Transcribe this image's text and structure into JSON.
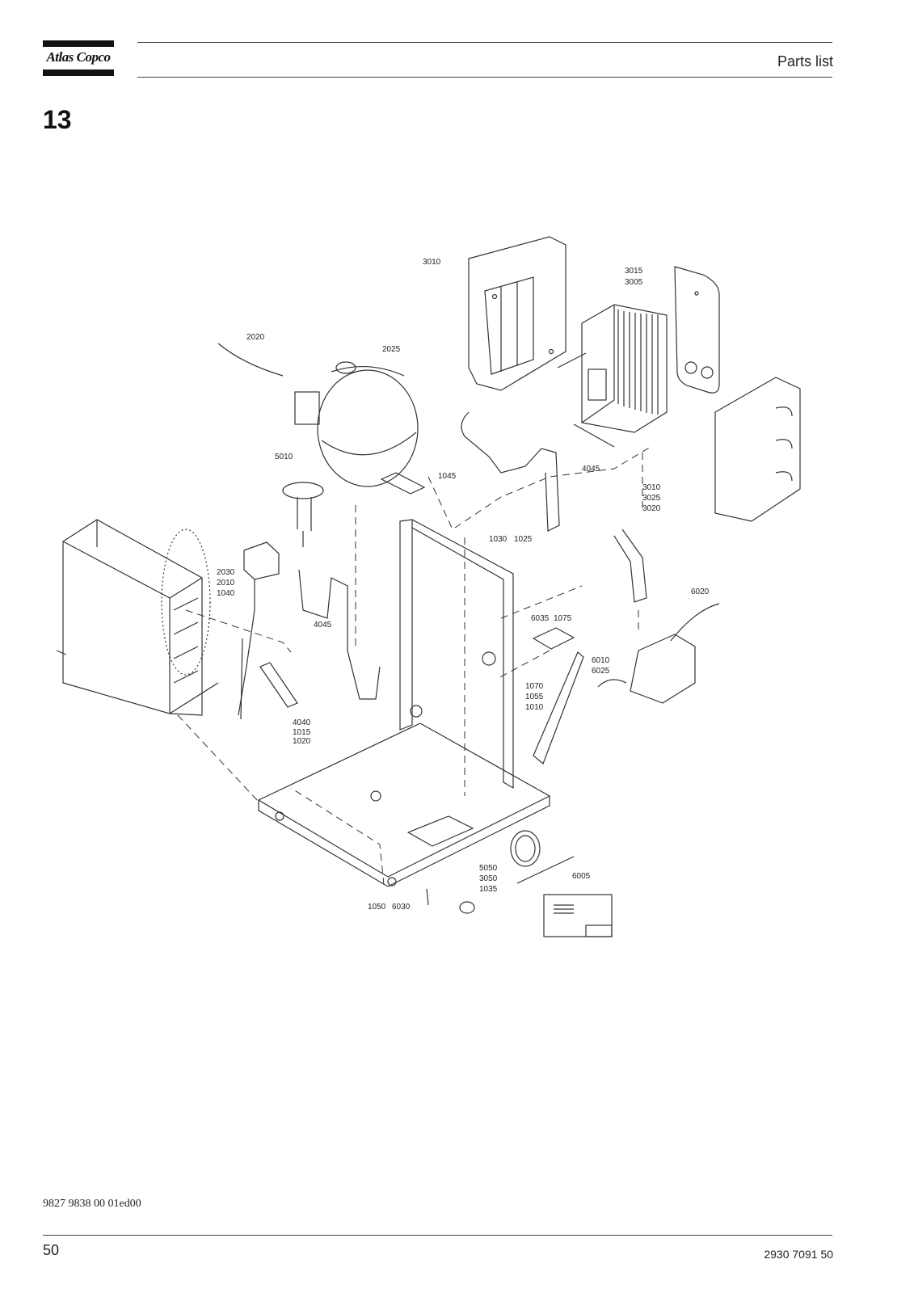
{
  "header": {
    "logo_text": "Atlas Copco",
    "section_title": "Parts list"
  },
  "chapter_number": "13",
  "figure": {
    "callouts": [
      {
        "key": "c3010a",
        "text": "3010"
      },
      {
        "key": "c3015",
        "text": "3015"
      },
      {
        "key": "c3005",
        "text": "3005"
      },
      {
        "key": "c2020",
        "text": "2020"
      },
      {
        "key": "c2025",
        "text": "2025"
      },
      {
        "key": "c5010",
        "text": "5010"
      },
      {
        "key": "c1045",
        "text": "1045"
      },
      {
        "key": "c4045a",
        "text": "4045"
      },
      {
        "key": "c3010b",
        "text": "3010"
      },
      {
        "key": "c3025",
        "text": "3025"
      },
      {
        "key": "c3020",
        "text": "3020"
      },
      {
        "key": "c1030",
        "text": "1030"
      },
      {
        "key": "c1025",
        "text": "1025"
      },
      {
        "key": "c2030",
        "text": "2030"
      },
      {
        "key": "c2010",
        "text": "2010"
      },
      {
        "key": "c1040",
        "text": "1040"
      },
      {
        "key": "c4045b",
        "text": "4045"
      },
      {
        "key": "c6020",
        "text": "6020"
      },
      {
        "key": "c6035",
        "text": "6035"
      },
      {
        "key": "c1075",
        "text": "1075"
      },
      {
        "key": "c6010",
        "text": "6010"
      },
      {
        "key": "c6025",
        "text": "6025"
      },
      {
        "key": "c1070",
        "text": "1070"
      },
      {
        "key": "c1055",
        "text": "1055"
      },
      {
        "key": "c1010",
        "text": "1010"
      },
      {
        "key": "c4040",
        "text": "4040"
      },
      {
        "key": "c1015",
        "text": "1015"
      },
      {
        "key": "c1020",
        "text": "1020"
      },
      {
        "key": "c5050",
        "text": "5050"
      },
      {
        "key": "c3050",
        "text": "3050"
      },
      {
        "key": "c1035",
        "text": "1035"
      },
      {
        "key": "c6005",
        "text": "6005"
      },
      {
        "key": "c1050",
        "text": "1050"
      },
      {
        "key": "c6030",
        "text": "6030"
      }
    ]
  },
  "footer": {
    "doc_code": "9827 9838 00 01ed00",
    "page_number": "50",
    "doc_number": "2930 7091 50"
  }
}
